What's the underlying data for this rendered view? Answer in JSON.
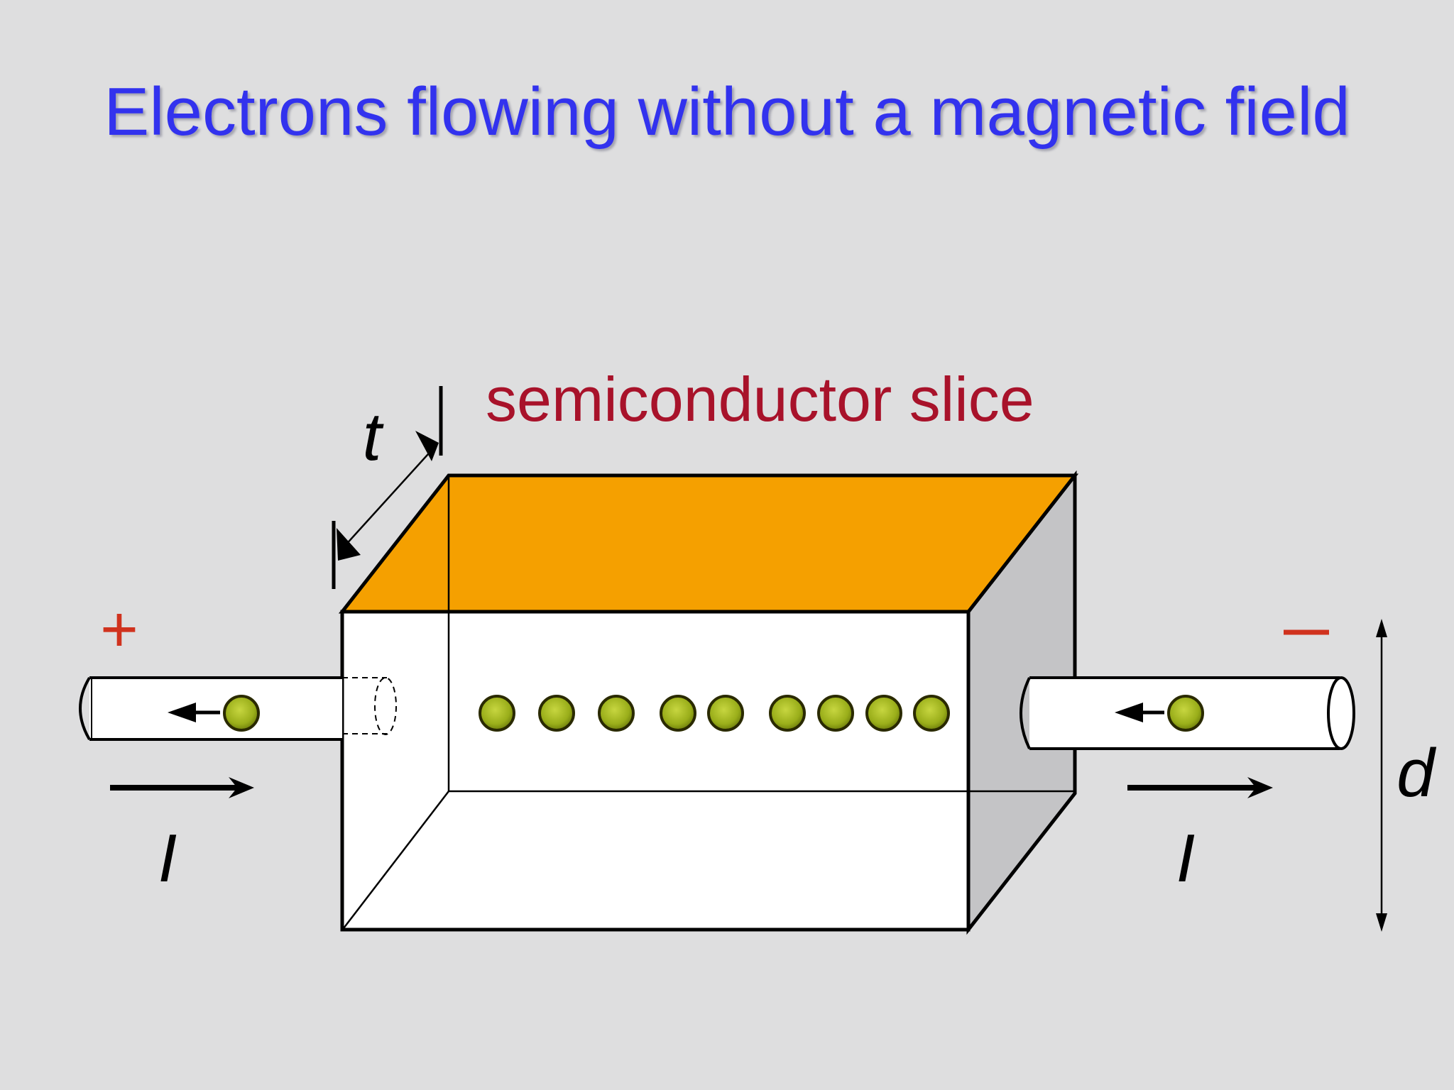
{
  "title": "Electrons flowing without a magnetic field",
  "labels": {
    "slice": "semiconductor slice",
    "thickness": "t",
    "depth": "d",
    "current_left": "I",
    "current_right": "I",
    "positive_terminal": "+",
    "negative_terminal": "–"
  },
  "colors": {
    "background": "#dededf",
    "title": "#3333ee",
    "label": "#a8122a",
    "polarity": "#d0321e",
    "slice_top": "#f5a000",
    "slice_side": "#c4c4c6",
    "slice_front": "#ffffff",
    "electron_fill": "#9aae1a",
    "electron_stroke": "#2a2a00"
  },
  "electrons": {
    "in_slice": 9,
    "in_left_wire": 1,
    "in_right_wire": 1
  }
}
